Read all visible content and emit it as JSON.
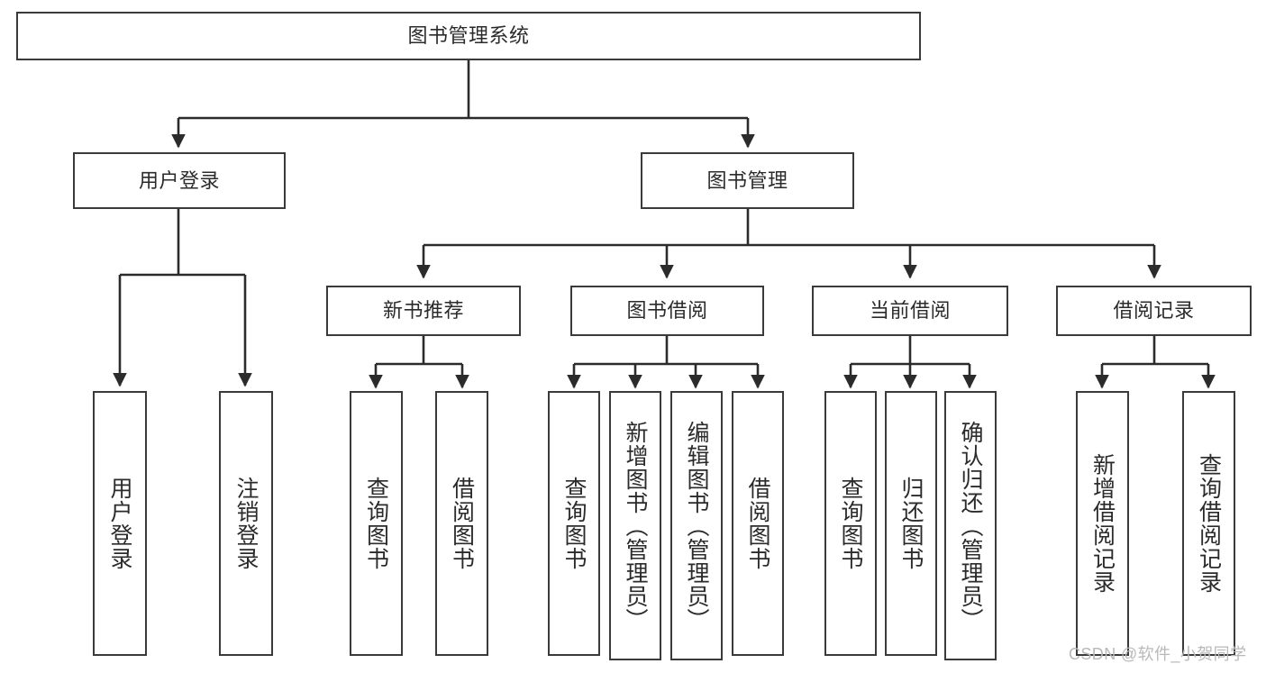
{
  "diagram": {
    "type": "tree-hierarchy-flowchart",
    "title": "图书管理系统",
    "background_color": "#ffffff",
    "node_border_color": "#3a3a3a",
    "node_text_color": "#2b2b2b",
    "edge_color": "#2b2b2b",
    "orientation": "top-down",
    "levels": 4
  },
  "root": {
    "label": "图书管理系统",
    "orientation": "horizontal"
  },
  "level2": [
    {
      "label": "用户登录",
      "orientation": "horizontal"
    },
    {
      "label": "图书管理",
      "orientation": "horizontal"
    }
  ],
  "level3": [
    {
      "label": "新书推荐",
      "orientation": "horizontal"
    },
    {
      "label": "图书借阅",
      "orientation": "horizontal"
    },
    {
      "label": "当前借阅",
      "orientation": "horizontal"
    },
    {
      "label": "借阅记录",
      "orientation": "horizontal"
    }
  ],
  "leaves": {
    "user_login": [
      {
        "label": "用户登录",
        "orientation": "vertical"
      },
      {
        "label": "注销登录",
        "orientation": "vertical"
      }
    ],
    "new_book_recommend": [
      {
        "label": "查询图书",
        "orientation": "vertical"
      },
      {
        "label": "借阅图书",
        "orientation": "vertical"
      }
    ],
    "book_borrow": [
      {
        "label": "查询图书",
        "orientation": "vertical"
      },
      {
        "label": "新增图书（管理员）",
        "orientation": "vertical"
      },
      {
        "label": "编辑图书（管理员）",
        "orientation": "vertical"
      },
      {
        "label": "借阅图书",
        "orientation": "vertical"
      }
    ],
    "current_borrow": [
      {
        "label": "查询图书",
        "orientation": "vertical"
      },
      {
        "label": "归还图书",
        "orientation": "vertical"
      },
      {
        "label": "确认归还（管理员）",
        "orientation": "vertical"
      }
    ],
    "borrow_record": [
      {
        "label": "新增借阅记录",
        "orientation": "vertical"
      },
      {
        "label": "查询借阅记录",
        "orientation": "vertical"
      }
    ]
  },
  "watermark": {
    "text": "CSDN @软件_小贺同学",
    "color": "#b9b9b9"
  }
}
